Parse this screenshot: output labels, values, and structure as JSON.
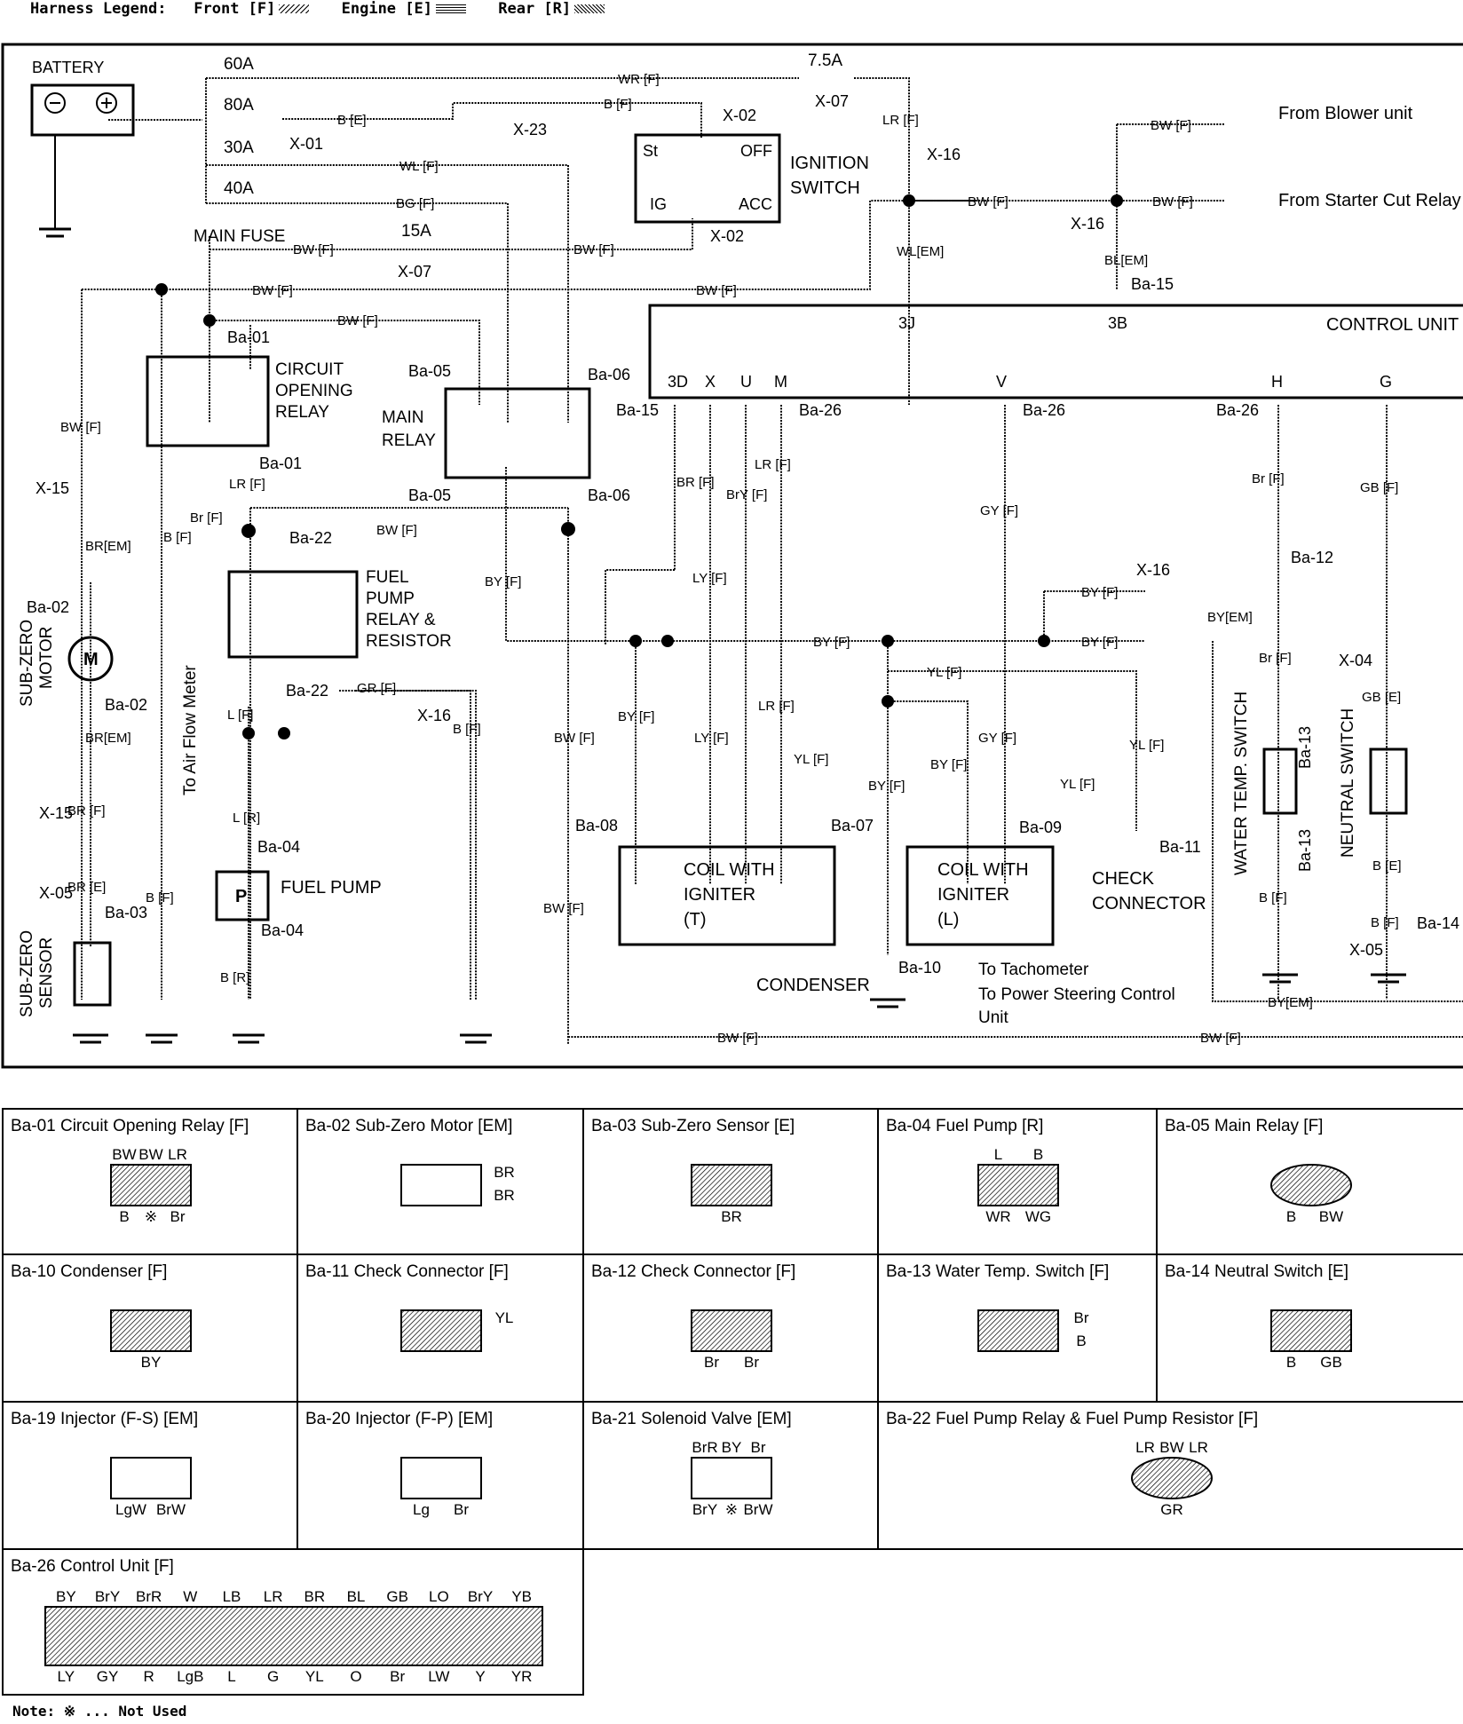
{
  "legend": {
    "title": "Harness Legend:",
    "front": "Front [F]",
    "engine": "Engine [E]",
    "rear": "Rear [R]"
  },
  "diagram": {
    "battery": "BATTERY",
    "main_fuse": "MAIN FUSE",
    "fuses": [
      "60A",
      "80A",
      "30A",
      "40A"
    ],
    "fuse_15a": "15A",
    "fuse_75a": "7.5A",
    "ignition_switch": [
      "IGNITION",
      "SWITCH"
    ],
    "ign_positions": [
      "St",
      "OFF",
      "IG",
      "ACC"
    ],
    "from_blower": "From Blower unit",
    "from_starter": "From Starter Cut Relay",
    "control_unit": "CONTROL UNIT",
    "circuit_opening_relay": [
      "CIRCUIT",
      "OPENING",
      "RELAY"
    ],
    "main_relay": [
      "MAIN",
      "RELAY"
    ],
    "fuel_pump_relay": [
      "FUEL",
      "PUMP",
      "RELAY &",
      "RESISTOR"
    ],
    "sub_zero_motor": [
      "SUB-ZERO",
      "MOTOR"
    ],
    "sub_zero_sensor": [
      "SUB-ZERO",
      "SENSOR"
    ],
    "to_air_flow_meter": "To Air Flow Meter",
    "fuel_pump": "FUEL PUMP",
    "coil_t": [
      "COIL WITH",
      "IGNITER",
      "(T)"
    ],
    "coil_l": [
      "COIL WITH",
      "IGNITER",
      "(L)"
    ],
    "condenser": "CONDENSER",
    "check_connector": [
      "CHECK",
      "CONNECTOR"
    ],
    "to_tachometer": "To Tachometer",
    "to_ps_control": [
      "To Power Steering Control",
      "Unit"
    ],
    "water_temp_switch": "WATER TEMP. SWITCH",
    "neutral_switch": "NEUTRAL SWITCH",
    "cu_pins": [
      "3J",
      "3B",
      "3D",
      "X",
      "U",
      "M",
      "V",
      "H",
      "G"
    ],
    "wires": {
      "wr": "WR [F]",
      "b": "B [F]",
      "be": "B [E]",
      "wl": "WL [F]",
      "bg": "BG [F]",
      "bw": "BW [F]",
      "lr": "LR [F]",
      "wlem": "WL[EM]",
      "blem": "BL[EM]",
      "br": "BR [F]",
      "brem": "BR[EM]",
      "bre": "BR [E]",
      "brf": "Br [F]",
      "by": "BY [F]",
      "byem": "BY[EM]",
      "ly": "LY [F]",
      "bry": "BrY [F]",
      "gy": "GY [F]",
      "yl": "YL [F]",
      "gr": "GR [F]",
      "lf": "L [F]",
      "lr2": "L [R]",
      "bR": "B [R]",
      "gb": "GB [F]",
      "gbe": "GB [E]",
      "bem": "BR [EM]"
    },
    "connectors": [
      "X-01",
      "X-02",
      "X-05",
      "X-07",
      "X-15",
      "X-16",
      "X-23",
      "X-04",
      "Ba-01",
      "Ba-02",
      "Ba-03",
      "Ba-04",
      "Ba-05",
      "Ba-06",
      "Ba-07",
      "Ba-08",
      "Ba-09",
      "Ba-10",
      "Ba-11",
      "Ba-12",
      "Ba-13",
      "Ba-14",
      "Ba-15",
      "Ba-22",
      "Ba-26"
    ]
  },
  "table": {
    "cells": [
      {
        "title": "Ba-01 Circuit Opening Relay [F]",
        "top": [
          "BW",
          "BW",
          "LR"
        ],
        "bottom": [
          "B",
          "※",
          "Br"
        ]
      },
      {
        "title": "Ba-02 Sub-Zero Motor [EM]",
        "pins": [
          "BR",
          "BR"
        ]
      },
      {
        "title": "Ba-03 Sub-Zero Sensor [E]",
        "bottom": [
          "BR"
        ]
      },
      {
        "title": "Ba-04 Fuel Pump [R]",
        "top": [
          "L",
          "B"
        ],
        "bottom": [
          "WR",
          "WG"
        ]
      },
      {
        "title": "Ba-05 Main Relay [F]",
        "bottom": [
          "B",
          "BW"
        ]
      },
      {
        "title": "Ba-10 Condenser [F]",
        "bottom": [
          "BY"
        ]
      },
      {
        "title": "Ba-11 Check Connector [F]",
        "pins": [
          "YL"
        ]
      },
      {
        "title": "Ba-12 Check Connector [F]",
        "bottom": [
          "Br",
          "Br"
        ]
      },
      {
        "title": "Ba-13 Water Temp. Switch [F]",
        "pins": [
          "Br",
          "B"
        ]
      },
      {
        "title": "Ba-14 Neutral Switch [E]",
        "bottom": [
          "B",
          "GB"
        ]
      },
      {
        "title": "Ba-19 Injector (F-S) [EM]",
        "bottom": [
          "LgW",
          "BrW"
        ]
      },
      {
        "title": "Ba-20 Injector (F-P) [EM]",
        "bottom": [
          "Lg",
          "Br"
        ]
      },
      {
        "title": "Ba-21 Solenoid Valve [EM]",
        "top": [
          "BrR",
          "BY",
          "Br"
        ],
        "bottom": [
          "BrY",
          "※",
          "BrW"
        ]
      },
      {
        "title": "Ba-22 Fuel Pump Relay & Fuel Pump Resistor [F]",
        "top": [
          "LR",
          "BW",
          "LR"
        ],
        "bottom": [
          "GR"
        ]
      },
      {
        "title": "Ba-26 Control Unit [F]",
        "top": [
          "BY",
          "BrY",
          "BrR",
          "W",
          "LB",
          "LR",
          "BR",
          "BL",
          "GB",
          "LO",
          "BrY",
          "YB"
        ],
        "bottom": [
          "LY",
          "GY",
          "R",
          "LgB",
          "L",
          "G",
          "YL",
          "O",
          "Br",
          "LW",
          "Y",
          "YR"
        ]
      }
    ]
  },
  "note": "Note: ※ ... Not Used"
}
